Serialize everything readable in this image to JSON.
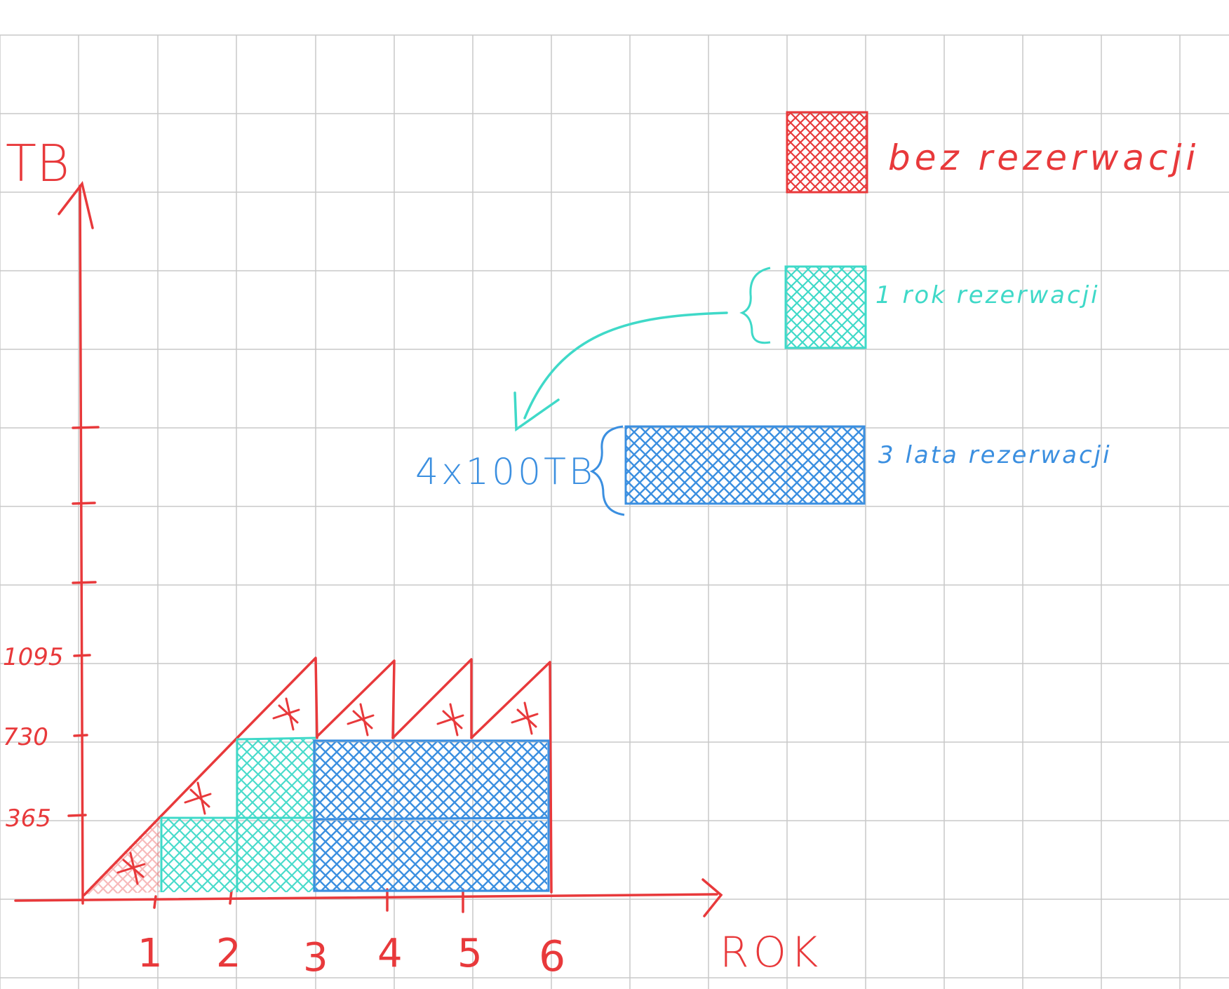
{
  "colors": {
    "grid": "#c9c9c9",
    "red": "#e8393b",
    "teal": "#3fd9c8",
    "blue": "#3b8fe0",
    "background": "#ffffff"
  },
  "axes": {
    "y_label": "TB",
    "x_label": "ROK",
    "x_ticks": [
      "1",
      "2",
      "3",
      "4",
      "5",
      "6"
    ],
    "y_ticks": [
      "365",
      "730",
      "1095"
    ]
  },
  "legend": {
    "no_reservation": "bez rezerwacji",
    "one_year": "1 rok rezerwacji",
    "three_year": "3 lata rezerwacji"
  },
  "annotation": {
    "capacity": "4x100TB"
  },
  "icons": {
    "hatch": "crosshatch-pattern",
    "arrow": "curved-arrow-icon"
  }
}
